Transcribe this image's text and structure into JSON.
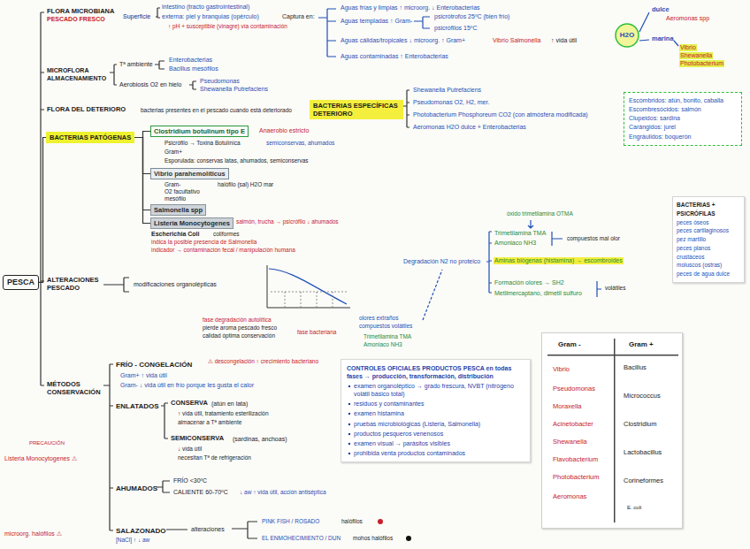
{
  "diagram": {
    "nodes": [
      {
        "text": [
          "BACTERIAS ESPECÍFICAS DETERIORO"
        ]
      },
      {
        "text": [
          "H2O"
        ]
      },
      {
        "text": [
          "Escómbridos: atún, bonito, caballa",
          "Escombresócidos: salmón",
          "Clupeidos: sardina",
          "Carángidos: jurel",
          "Engráulidos: boquerón"
        ]
      },
      {
        "text": [
          "BACTERIAS PATÓGENAS"
        ]
      },
      {
        "text": [
          "Clostridium botulinum tipo E"
        ]
      },
      {
        "text": [
          "Vibrio parahemolíticus"
        ]
      },
      {
        "text": [
          "Salmonella spp"
        ]
      },
      {
        "text": [
          "Listeria Monocytogenes"
        ]
      },
      {
        "text": [
          "BACTERIAS + PSICRÓFILAS",
          "peces óseos",
          "peces cartilaginosos",
          "pez martillo",
          "peces planos",
          "crustáceos",
          "moluscos (ostras)",
          "peces de agua dulce"
        ]
      },
      {
        "text": [
          "PESCA"
        ]
      },
      {
        "text": [
          "CONTROLES OFICIALES PRODUCTOS PESCA en todas fases → producción, transformación, distribución",
          "examen organoléptico → grado frescura, NVBT (nitrógeno volátil básico total)",
          "residuos y contaminantes",
          "examen histamina",
          "pruebas microbiológicas (Listeria, Salmonella)",
          "productos pesqueros venenosos",
          "examen visual → parásitos visibles",
          "prohibida venta productos contaminados"
        ]
      },
      {
        "text": [
          "Gram -",
          "Gram +",
          "Vibrio",
          "Pseudomonas",
          "Moraxella",
          "Acinetobacter",
          "Shewanella",
          "Flavobacterium",
          "Photobacterium",
          "Aeromonas",
          "Bacillus",
          "Micrococcus",
          "Clostridium",
          "Lactobacillus",
          "Corineformes",
          "E. coli"
        ]
      }
    ],
    "edges": [
      {
        "from": 9,
        "to": 3,
        "arrow": "none"
      },
      {
        "from": 3,
        "to": 4,
        "arrow": "none"
      },
      {
        "from": 3,
        "to": 5,
        "arrow": "none"
      },
      {
        "from": 3,
        "to": 6,
        "arrow": "none"
      },
      {
        "from": 3,
        "to": 7,
        "arrow": "none"
      }
    ],
    "labels": [
      "FLORA MICROBIANA",
      "PESCADO FRESCO",
      "Superficie",
      "intestino (tracto gastrointestinal)",
      "externa: piel y branquias (opérculo)",
      "↑ pH + susceptible (vinagre) vía contaminación",
      "Captura en:",
      "Aguas frías y limpias ↑ microorg. ↓ Enterobacterias",
      "Aguas templadas ↑ Gram-",
      "psicrótrofos 25ºC (bien frío)",
      "psicrófilos 15ºC",
      "Aguas cálidas/tropicales ↓ microorg. ↑ Gram+",
      "Vibrio Salmonella",
      "↑ vida útil",
      "Aguas contaminadas ↑ Enterobacterias",
      "dulce",
      "Aeromonas spp",
      "marina",
      "Vibrio",
      "Shewanella",
      "Photobacterium",
      "MICROFLORA",
      "ALMACENAMIENTO",
      "Tª ambiente",
      "Enterobacterias",
      "Bacillus mesófilos",
      "Aerobiosis O2 en hielo",
      "Pseudomonas",
      "Shewanella Putrefaciens",
      "FLORA DEL DETERIORO",
      "bacterias presentes en el pescado cuando está deteriorado",
      "Shewanella Putrefaciens",
      "Pseudomonas O2, H2, mer.",
      "Photobacterium Phosphoreum CO2 (con atmósfera modificada)",
      "Aeromonas H2O dulce + Enterobacterias",
      "Anaerobio estricto",
      "Psicrófilo → Toxina Botulínica",
      "semiconservas, ahumados",
      "Gram+",
      "Esporulada: conservas latas, ahumados, semiconservas",
      "Gram-",
      "O2 facultativo",
      "mesófilo",
      "halófilo (sal) H2O mar",
      "salmón, trucha → psicrófilo ↓ ahumados",
      "Escherichia Coli",
      "coliformes",
      "indica la posible presencia de Salmonella",
      "indicador → contaminación fecal / manipulación humana",
      "ALTERACIONES",
      "PESCADO",
      "modificaciones organolépticas",
      "fase degradación autolítica",
      "pierde aroma pescado fresco",
      "calidad óptima conservación",
      "fase bacteriana",
      "olores extraños",
      "compuestos volátiles",
      "Trimetilamina TMA",
      "Amoniaco NH3",
      "Degradación N2 no proteico",
      "óxido trimetilamina OTMA",
      "Trimetilamina TMA",
      "Amoniaco NH3",
      "compuestos mal olor",
      "Aminas biógenas (histamina) → escombroides",
      "Formación olores → SH2",
      "Metilmercaptano, dimetil sulfuro",
      "volátiles",
      "MÉTODOS",
      "CONSERVACIÓN",
      "FRÍO - CONGELACIÓN",
      "⚠ descongelación ↑ crecimiento bacteriano",
      "Gram+ ↑ vida útil",
      "Gram- ↓ vida útil en frío porque les gusta el calor",
      "ENLATADOS",
      "CONSERVA",
      "(atún en lata)",
      "↑ vida útil, tratamiento esterilización",
      "almacenar a Tª ambiente",
      "SEMICONSERVA",
      "(sardinas, anchoas)",
      "↓ vida útil",
      "necesitan Tª de refrigeración",
      "PRECAUCIÓN",
      "Listeria Monocytogenes ⚠",
      "AHUMADOS",
      "FRÍO <30ºC",
      "CALIENTE 60-70ºC",
      "↓ aw ↑ vida útil, acción antiséptica",
      "SALAZONADO",
      "[NaCl] ↑ ↓ aw",
      "alteraciones",
      "PINK FISH / ROSADO",
      "halófilos",
      "EL ENMOHECIMIENTO / DUN",
      "mohos halófilos",
      "microorg. halófilos ⚠"
    ]
  }
}
